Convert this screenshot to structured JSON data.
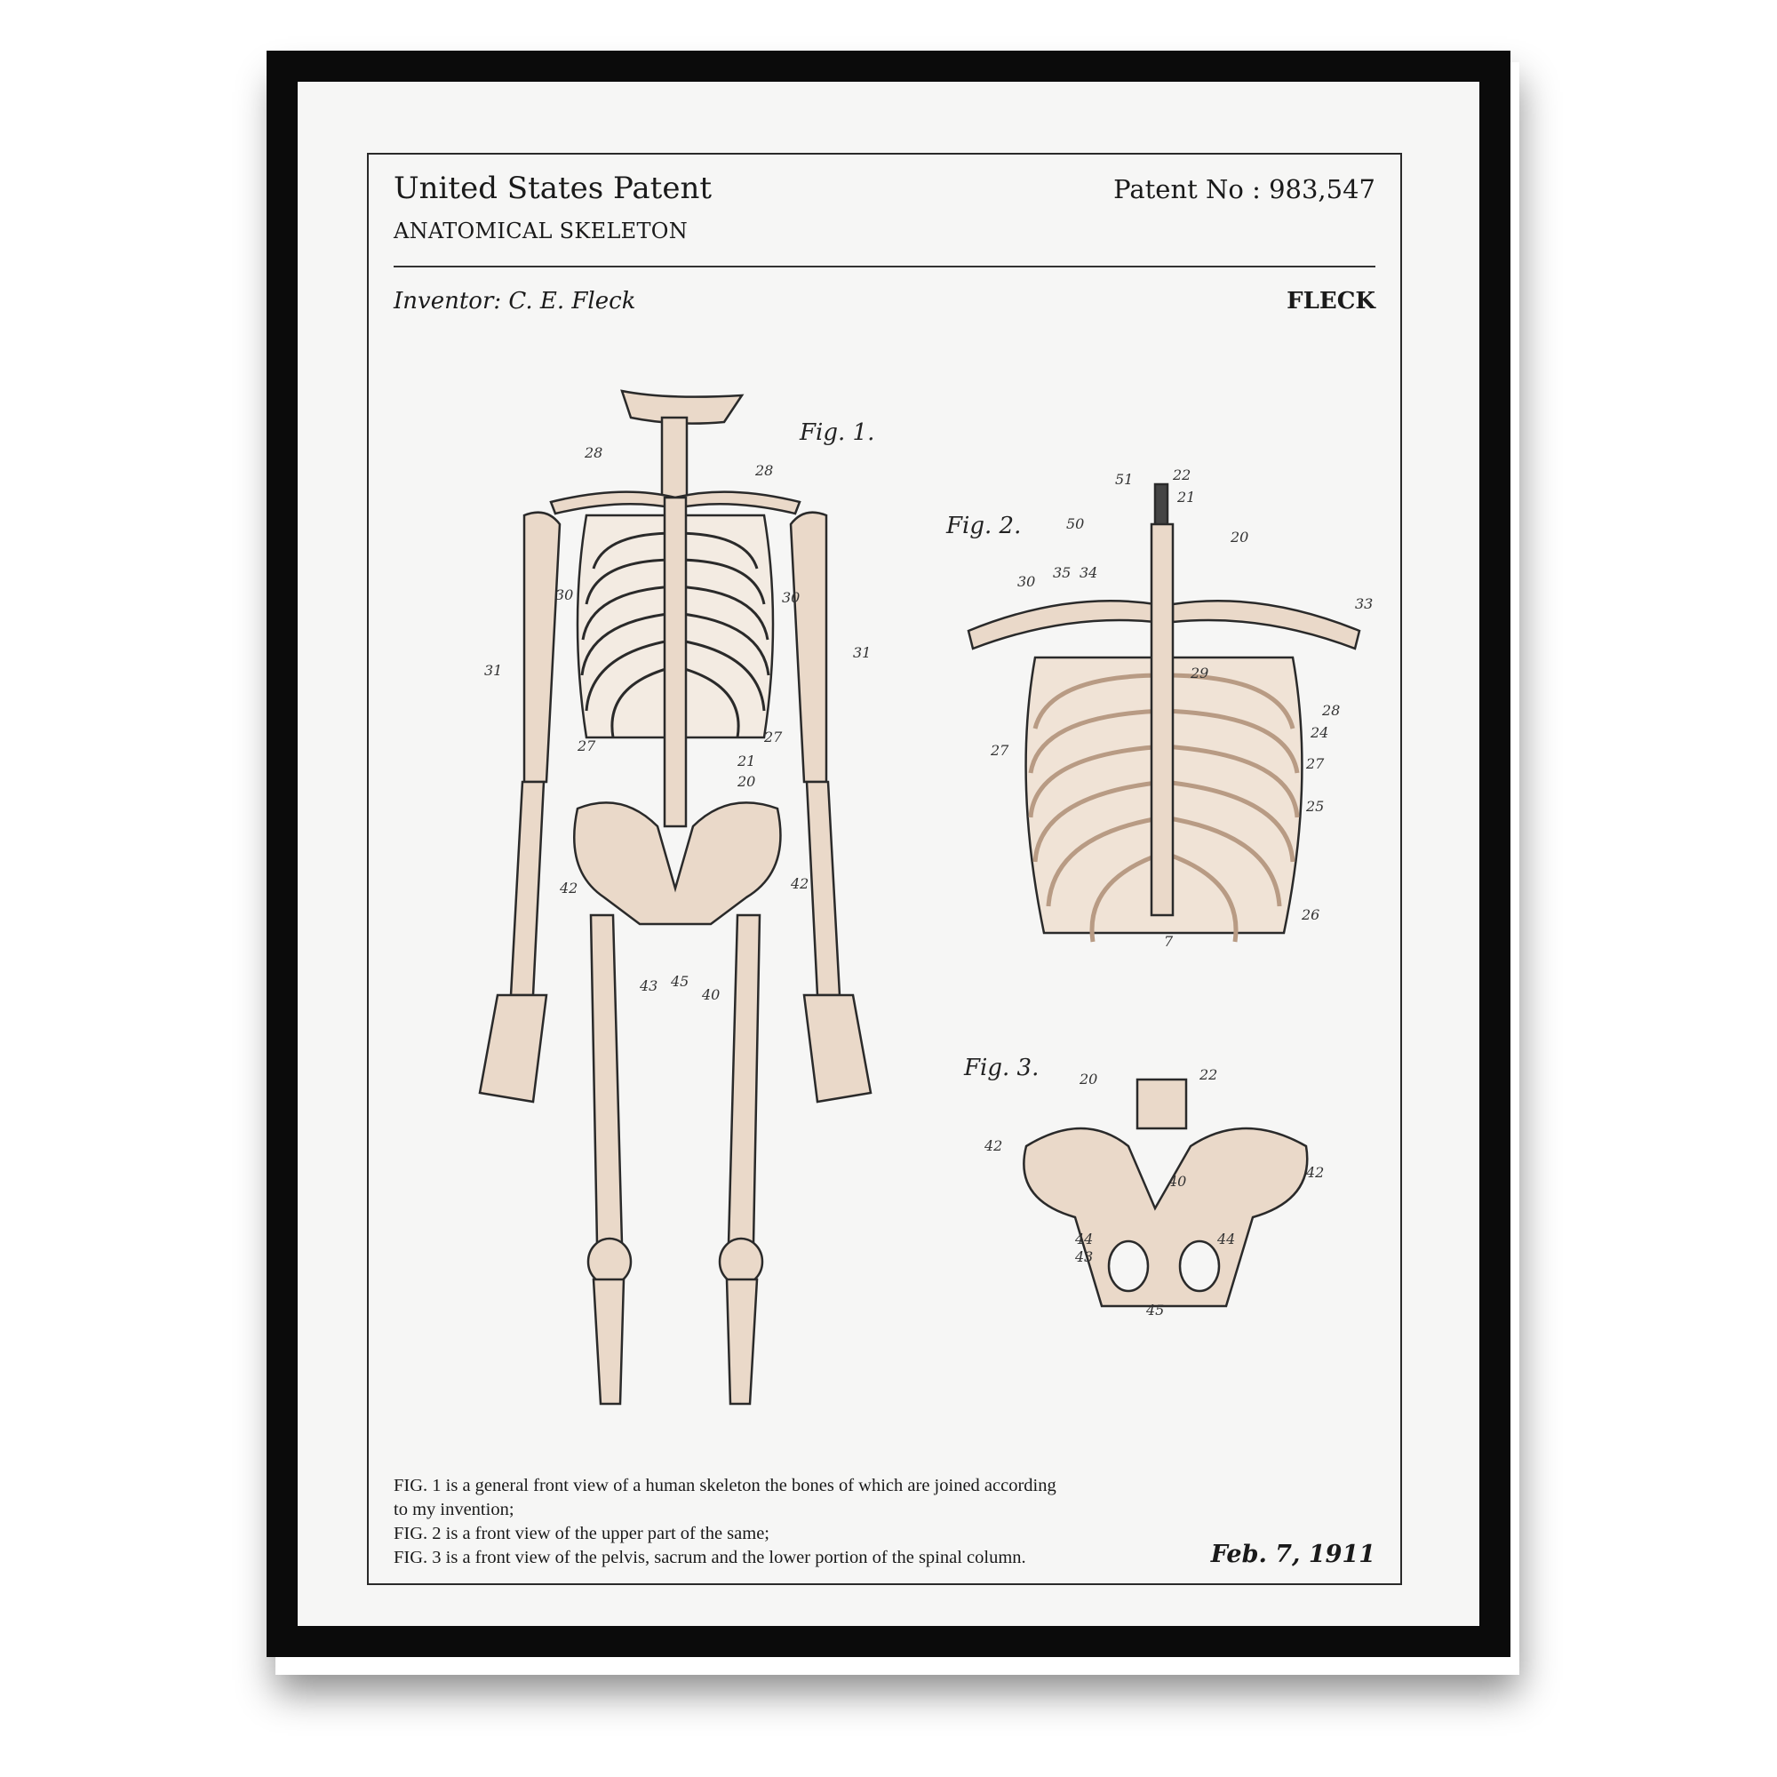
{
  "header": {
    "title": "United States Patent",
    "subtitle": "ANATOMICAL SKELETON",
    "patent_number": "Patent No : 983,547",
    "inventor": "Inventor: C. E. Fleck",
    "name": "FLECK"
  },
  "figures": {
    "fig1_label": "Fig. 1.",
    "fig2_label": "Fig. 2.",
    "fig3_label": "Fig. 3.",
    "fig1_refs": [
      "28",
      "28",
      "30",
      "30",
      "31",
      "31",
      "27",
      "27",
      "21",
      "20",
      "42",
      "42",
      "43",
      "45",
      "40"
    ],
    "fig2_refs": [
      "22",
      "51",
      "21",
      "50",
      "20",
      "35",
      "34",
      "30",
      "33",
      "29",
      "28",
      "24",
      "27",
      "25",
      "26",
      "27",
      "7"
    ],
    "fig3_refs": [
      "20",
      "22",
      "42",
      "42",
      "40",
      "44",
      "44",
      "43",
      "45"
    ]
  },
  "footer": {
    "lines": [
      "FIG. 1 is a general front view of a human skeleton the bones of which are joined according",
      "to my invention;",
      "FIG. 2 is a front view of the upper part of the same;",
      "FIG. 3 is a front view of the pelvis, sacrum and the lower portion of the spinal column."
    ],
    "date": "Feb. 7, 1911"
  },
  "colors": {
    "frame": "#0b0b0b",
    "paper": "#f6f6f5",
    "bone": "#ead9c9",
    "ink": "#2a2a2a"
  }
}
